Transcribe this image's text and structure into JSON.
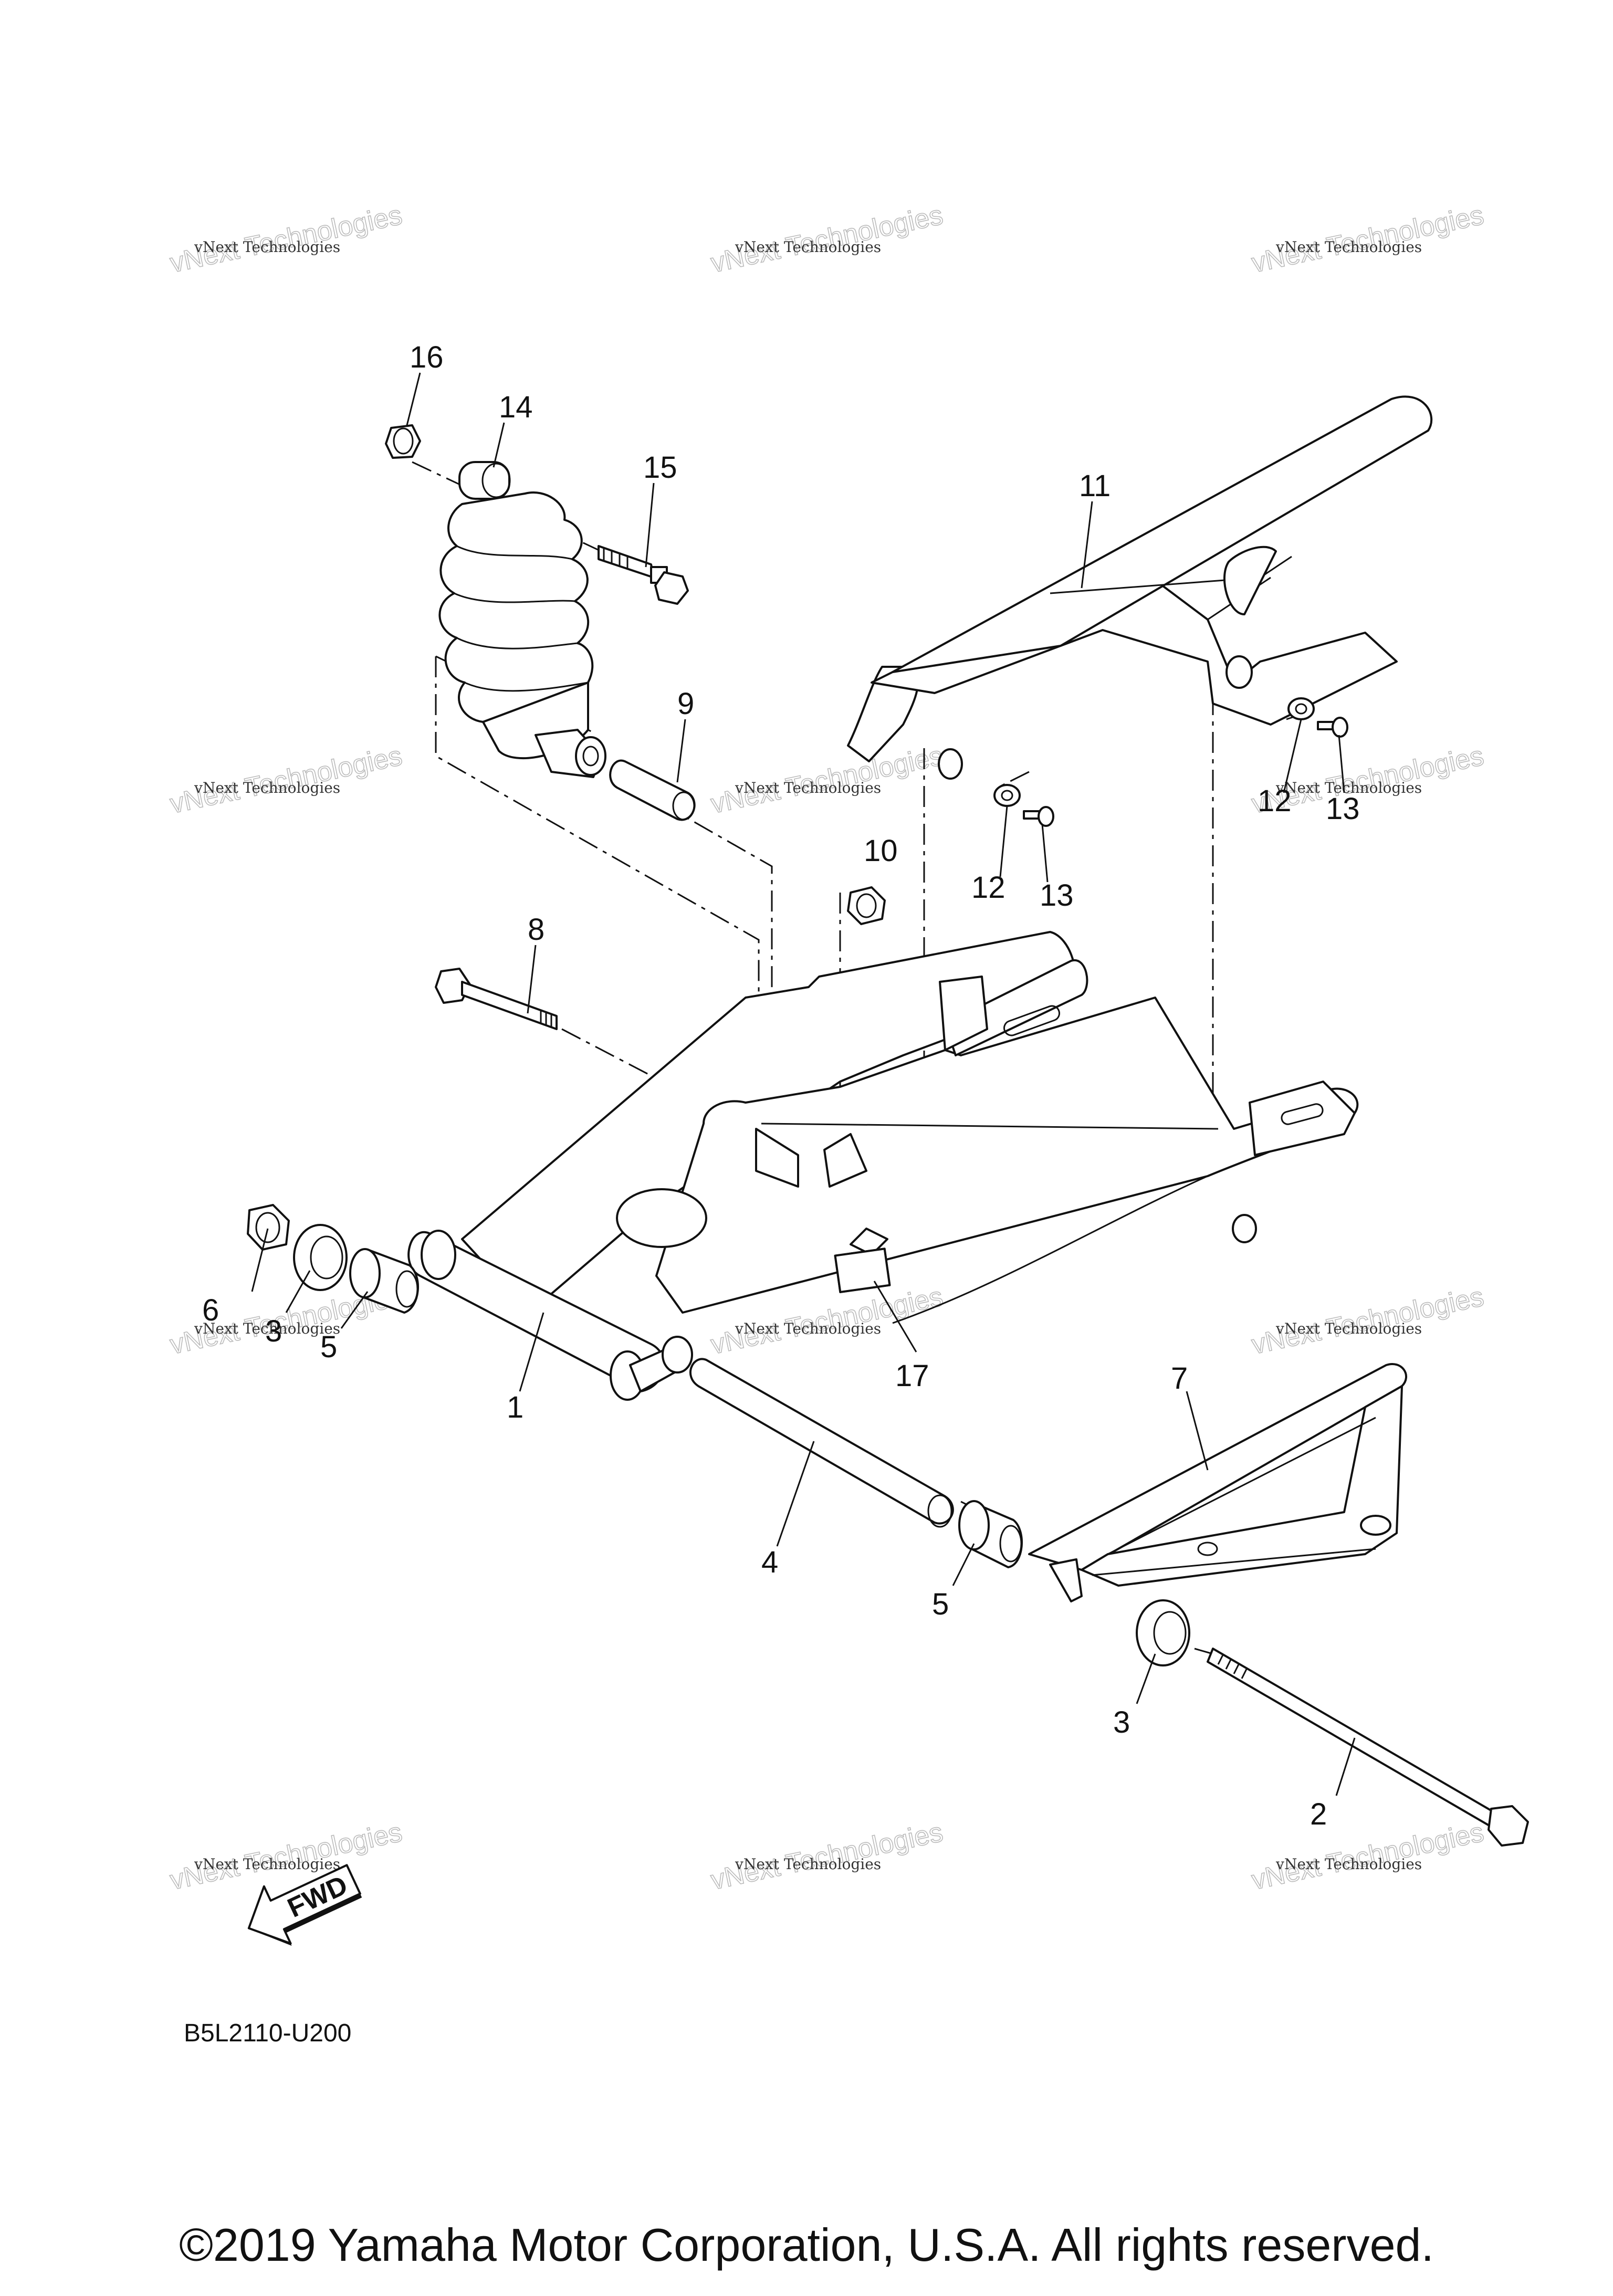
{
  "diagram": {
    "reference_code": "B5L2110-U200",
    "copyright": "©2019 Yamaha Motor Corporation, U.S.A. All rights reserved.",
    "fwd_label": "FWD",
    "watermark_small": "vNext Technologies",
    "watermark_big": "vNext Technologies",
    "callouts": {
      "c1": "1",
      "c2": "2",
      "c3a": "3",
      "c3b": "3",
      "c4": "4",
      "c5a": "5",
      "c5b": "5",
      "c6": "6",
      "c7": "7",
      "c8": "8",
      "c9": "9",
      "c10": "10",
      "c11": "11",
      "c12a": "12",
      "c12b": "12",
      "c13a": "13",
      "c13b": "13",
      "c14": "14",
      "c15": "15",
      "c16": "16",
      "c17": "17"
    }
  }
}
